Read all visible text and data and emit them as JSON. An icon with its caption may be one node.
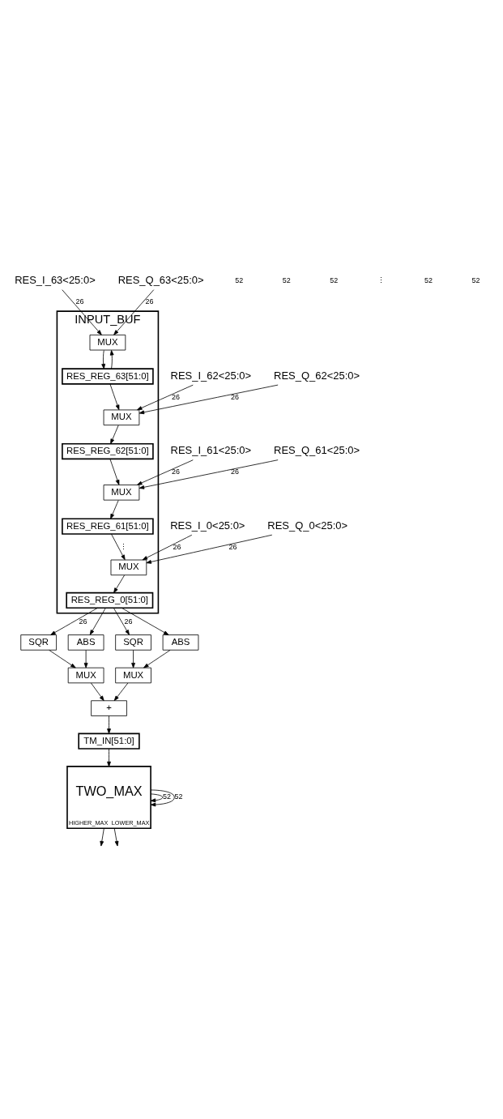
{
  "diagram": {
    "nodes": [
      {
        "text": [
          "INPUT_BUF"
        ]
      },
      {
        "text": [
          "RES_I_63<25:0>"
        ]
      },
      {
        "text": [
          "RES_Q_63<25:0>"
        ]
      },
      {
        "text": [
          "MUX"
        ],
        "in": 0
      },
      {
        "text": [
          "RES_REG_63[51:0]"
        ],
        "in": 0
      },
      {
        "text": [
          "RES_I_62<25:0>"
        ]
      },
      {
        "text": [
          "RES_Q_62<25:0>"
        ]
      },
      {
        "text": [
          "MUX"
        ],
        "in": 0
      },
      {
        "text": [
          "RES_REG_62[51:0]"
        ],
        "in": 0
      },
      {
        "text": [
          "RES_I_61<25:0>"
        ]
      },
      {
        "text": [
          "RES_Q_61<25:0>"
        ]
      },
      {
        "text": [
          "MUX"
        ],
        "in": 0
      },
      {
        "text": [
          "RES_REG_61[51:0]"
        ],
        "in": 0
      },
      {
        "text": [
          "RES_I_0<25:0>"
        ]
      },
      {
        "text": [
          "RES_Q_0<25:0>"
        ]
      },
      {
        "text": [
          "MUX"
        ],
        "in": 0
      },
      {
        "text": [
          "RES_REG_0[51:0]"
        ],
        "in": 0
      },
      {
        "text": [
          "SQR"
        ]
      },
      {
        "text": [
          "ABS"
        ]
      },
      {
        "text": [
          "MUX"
        ]
      },
      {
        "text": [
          "SQR"
        ]
      },
      {
        "text": [
          "ABS"
        ]
      },
      {
        "text": [
          "MUX"
        ]
      },
      {
        "text": [
          "+"
        ]
      },
      {
        "text": [
          "TM_IN[51:0]"
        ]
      },
      {
        "text": [
          "TWO_MAX",
          "HIGHER_MAX",
          "LOWER_MAX"
        ]
      }
    ],
    "edges": [
      {
        "from": 1,
        "to": 3,
        "arrow": "to",
        "label": "26"
      },
      {
        "from": 2,
        "to": 3,
        "arrow": "to",
        "label": "26"
      },
      {
        "from": 4,
        "to": 3,
        "arrow": "to"
      },
      {
        "from": 3,
        "to": 4,
        "arrow": "to"
      },
      {
        "from": 5,
        "to": 7,
        "arrow": "to",
        "label": "26"
      },
      {
        "from": 6,
        "to": 7,
        "arrow": "to",
        "label": "26"
      },
      {
        "from": 4,
        "to": 7,
        "arrow": "to"
      },
      {
        "from": 7,
        "to": 8,
        "arrow": "to"
      },
      {
        "from": 9,
        "to": 11,
        "arrow": "to",
        "label": "26"
      },
      {
        "from": 10,
        "to": 11,
        "arrow": "to",
        "label": "26"
      },
      {
        "from": 8,
        "to": 11,
        "arrow": "to"
      },
      {
        "from": 11,
        "to": 12,
        "arrow": "to"
      },
      {
        "from": 12,
        "to": 15,
        "arrow": "to",
        "label": "⋮"
      },
      {
        "from": 13,
        "to": 15,
        "arrow": "to",
        "label": "26"
      },
      {
        "from": 14,
        "to": 15,
        "arrow": "to",
        "label": "26"
      },
      {
        "from": 15,
        "to": 16,
        "arrow": "to"
      },
      {
        "from": 16,
        "to": 17,
        "arrow": "to",
        "label": "26"
      },
      {
        "from": 16,
        "to": 18,
        "arrow": "to"
      },
      {
        "from": 16,
        "to": 20,
        "arrow": "to",
        "label": "26"
      },
      {
        "from": 16,
        "to": 21,
        "arrow": "to"
      },
      {
        "from": 17,
        "to": 19,
        "arrow": "to"
      },
      {
        "from": 18,
        "to": 19,
        "arrow": "to"
      },
      {
        "from": 20,
        "to": 22,
        "arrow": "to"
      },
      {
        "from": 21,
        "to": 22,
        "arrow": "to"
      },
      {
        "from": 19,
        "to": 23,
        "arrow": "to"
      },
      {
        "from": 22,
        "to": 23,
        "arrow": "to"
      },
      {
        "from": 23,
        "to": 24,
        "arrow": "to"
      },
      {
        "from": 24,
        "to": 25,
        "arrow": "to"
      },
      {
        "from": 25,
        "to": 25,
        "arrow": "to",
        "label": "52"
      },
      {
        "from": 25,
        "to": 25,
        "arrow": "to",
        "label": "52"
      },
      {
        "from": 25,
        "to": null,
        "arrow": "to"
      },
      {
        "from": 25,
        "to": null,
        "arrow": "to"
      }
    ],
    "labels": [
      "52",
      "52",
      "52",
      "⋮",
      "52",
      "52"
    ]
  }
}
